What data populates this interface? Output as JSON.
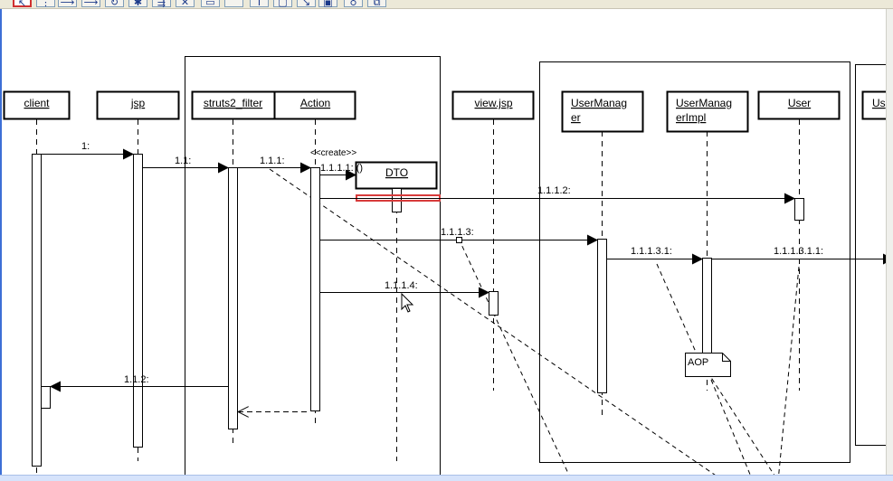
{
  "toolbar": {
    "buttons": [
      {
        "name": "select-tool-button",
        "glyph": "↖",
        "active": true
      },
      {
        "name": "lifeline-tool-button",
        "glyph": "⋮"
      },
      {
        "name": "message-tool-button",
        "glyph": "⟶"
      },
      {
        "name": "return-tool-button",
        "glyph": "⟶"
      },
      {
        "name": "self-message-tool-button",
        "glyph": "↻"
      },
      {
        "name": "create-tool-button",
        "glyph": "✱"
      },
      {
        "name": "destroy-tool-button",
        "glyph": "⇶"
      },
      {
        "name": "delete-tool-button",
        "glyph": "✕"
      },
      {
        "name": "frame-tool-button",
        "glyph": "▭"
      },
      {
        "name": "blank-tool-button",
        "glyph": ""
      },
      {
        "name": "text-tool-button",
        "glyph": "T"
      },
      {
        "name": "note-tool-button",
        "glyph": "▢"
      },
      {
        "name": "link-tool-button",
        "glyph": "↘"
      },
      {
        "name": "image-tool-button",
        "glyph": "▣"
      },
      {
        "name": "align-tool-button",
        "glyph": "♁"
      },
      {
        "name": "layout-tool-button",
        "glyph": "⧉"
      }
    ]
  },
  "diagram": {
    "objects": {
      "client": "client",
      "jsp": "jsp",
      "struts2_filter": "struts2_filter",
      "action": "Action",
      "dto": "DTO",
      "view_jsp": "view.jsp",
      "user_manager_line1": "UserManag",
      "user_manager_line2": "er",
      "user_manager_impl_line1": "UserManag",
      "user_manager_impl_line2": "erImpl",
      "user": "User",
      "partial": "Us"
    },
    "messages": {
      "m1": "1:",
      "m1_1": "1.1:",
      "m1_1_1": "1.1.1:",
      "create_stereotype": "<<create>>",
      "m1_1_1_1": "1.1.1.1: ()",
      "m1_1_1_2": "1.1.1.2:",
      "m1_1_1_3": "1.1.1.3:",
      "m1_1_1_3_1": "1.1.1.3.1:",
      "m1_1_1_3_1_1": "1.1.1.3.1.1:",
      "m1_1_1_4": "1.1.1.4:",
      "m1_1_2": "1.1.2:"
    },
    "note": "AOP"
  }
}
